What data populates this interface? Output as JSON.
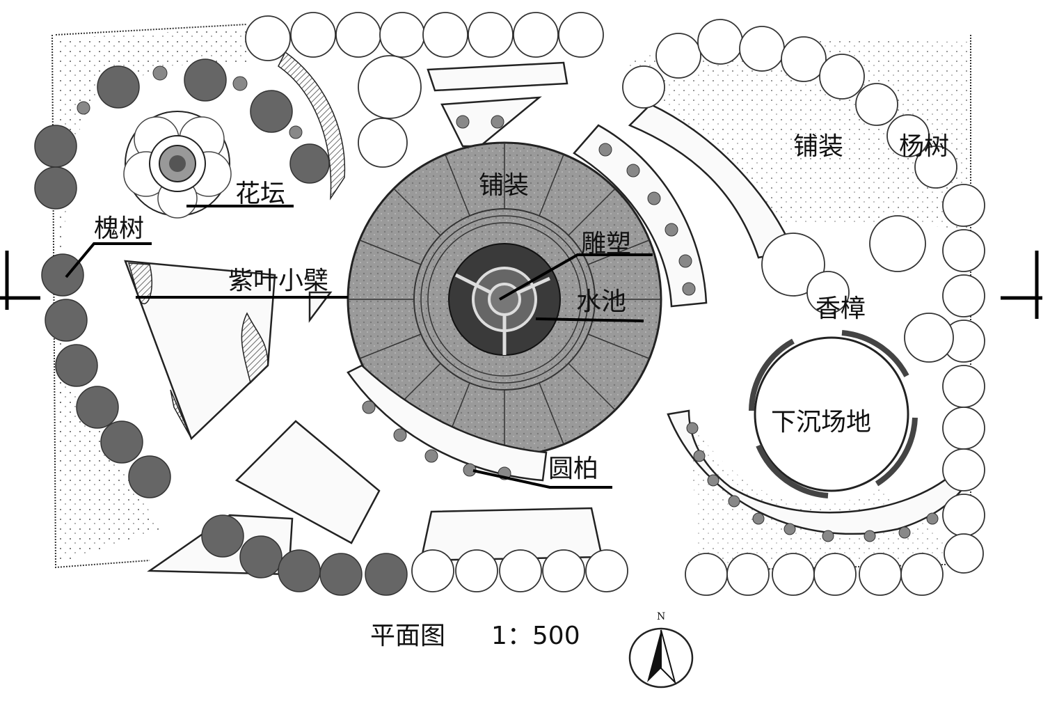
{
  "labels": {
    "huatan": "花坛",
    "huaishu": "槐树",
    "ziye": "紫叶小檗",
    "puzhuang_center": "铺装",
    "diaosu": "雕塑",
    "shuichi": "水池",
    "yuanbai": "圆柏",
    "puzhuang_right": "铺装",
    "yangshu": "杨树",
    "xiangzhang": "香樟",
    "xiachen": "下沉场地"
  },
  "caption": {
    "title": "平面图",
    "scale": "1：500"
  },
  "compass": {
    "north_letter": "N"
  }
}
